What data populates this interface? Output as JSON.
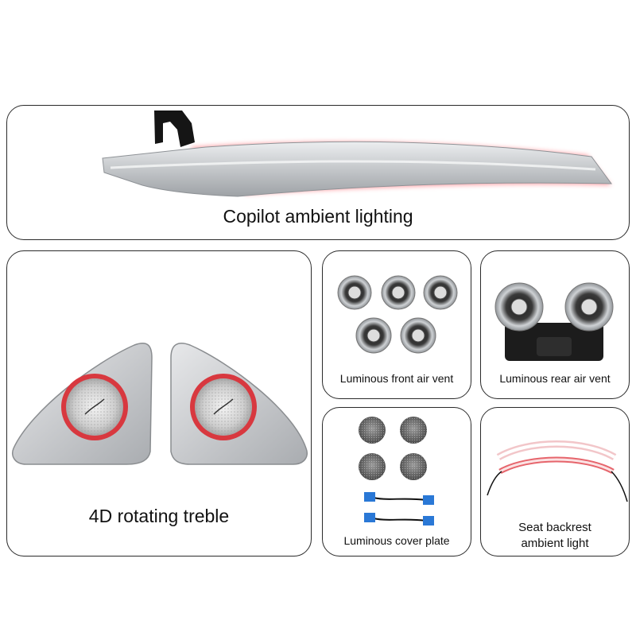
{
  "panels": {
    "copilot": {
      "label": "Copilot ambient lighting"
    },
    "treble": {
      "label": "4D rotating treble"
    },
    "front_vent": {
      "label": "Luminous front air vent"
    },
    "rear_vent": {
      "label": "Luminous rear air vent"
    },
    "cover_plate": {
      "label": "Luminous cover plate"
    },
    "seat_backrest": {
      "label_line1": "Seat backrest",
      "label_line2": "ambient light"
    }
  },
  "colors": {
    "glow": "#e8303a",
    "metal": "#c8cacc",
    "vent_ring": "#b8bcc0",
    "connector": "#2a78d6"
  }
}
